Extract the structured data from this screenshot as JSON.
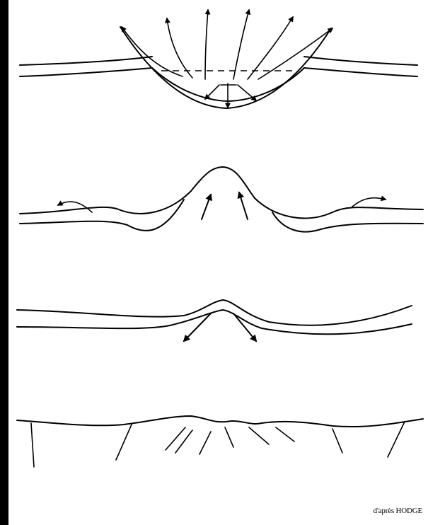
{
  "figure": {
    "credit": "d'après HODGE"
  },
  "stages": [
    {
      "name": "stage-1",
      "arrows": "outward-fan",
      "surface": "concave-basin"
    },
    {
      "name": "stage-2",
      "arrows": "upward-and-lateral",
      "surface": "central-dome"
    },
    {
      "name": "stage-3",
      "arrows": "downward-diverging",
      "surface": "low-arch"
    },
    {
      "name": "stage-4",
      "arrows": "none",
      "surface": "faulted-crest"
    }
  ],
  "colors": {
    "ink": "#000000",
    "paper": "#ffffff",
    "border": "#000000"
  }
}
